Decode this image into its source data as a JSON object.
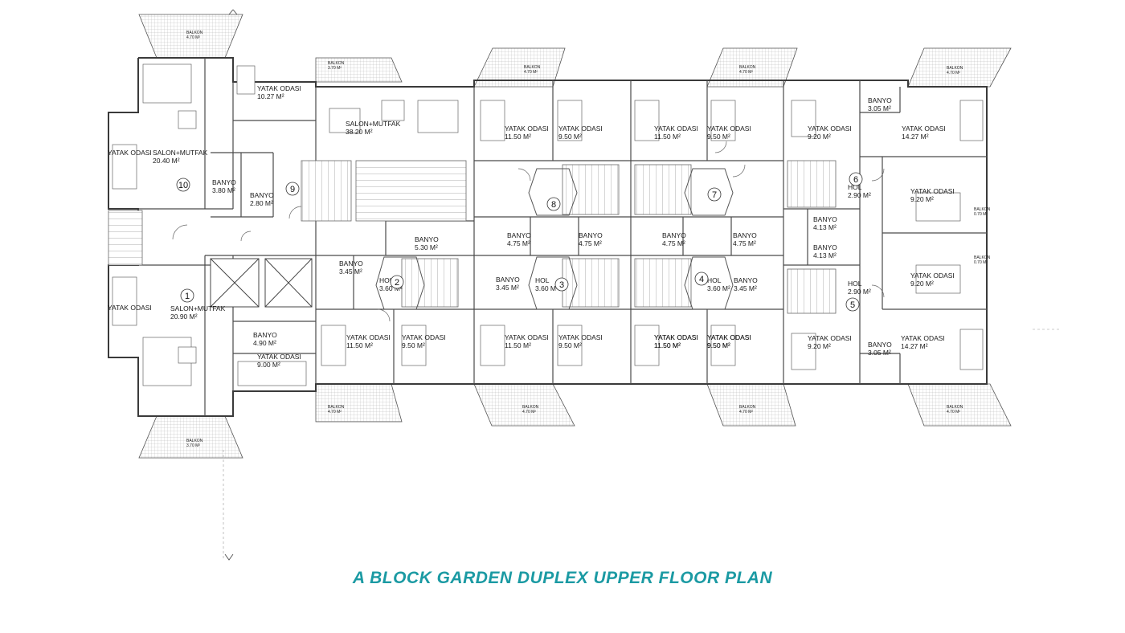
{
  "title": "A BLOCK GARDEN DUPLEX UPPER FLOOR PLAN",
  "colors": {
    "title": "#1b9aa3",
    "walls": "#3a3a3a",
    "lines": "#8a8a8a",
    "tile": "#b5b5b5"
  },
  "icons": [
    "north-arrow-icon",
    "compass-icon"
  ],
  "unit_numbers": [
    "1",
    "2",
    "3",
    "4",
    "5",
    "6",
    "7",
    "8",
    "9",
    "10"
  ],
  "rooms": [
    {
      "label": "YATAK ODASI",
      "area": "10.27 M²"
    },
    {
      "label": "SALON+MUTFAK",
      "area": "38.20 M²"
    },
    {
      "label": "SALON+MUTFAK",
      "area": "20.40 M²"
    },
    {
      "label": "BANYO",
      "area": "3.80 M²"
    },
    {
      "label": "BANYO",
      "area": "2.80 M²"
    },
    {
      "label": "YATAK ODASI",
      "area": "11.50 M²"
    },
    {
      "label": "YATAK ODASI",
      "area": "9.50 M²"
    },
    {
      "label": "YATAK ODASI",
      "area": "11.50 M²"
    },
    {
      "label": "YATAK ODASI",
      "area": "9.50 M²"
    },
    {
      "label": "YATAK ODASI",
      "area": "9.20 M²"
    },
    {
      "label": "BANYO",
      "area": "3.05 M²"
    },
    {
      "label": "YATAK ODASI",
      "area": "14.27 M²"
    },
    {
      "label": "HOL",
      "area": "2.90 M²"
    },
    {
      "label": "YATAK ODASI",
      "area": "9.20 M²"
    },
    {
      "label": "BANYO",
      "area": "4.13 M²"
    },
    {
      "label": "BANYO",
      "area": "4.13 M²"
    },
    {
      "label": "YATAK ODASI",
      "area": "9.20 M²"
    },
    {
      "label": "HOL",
      "area": "2.90 M²"
    },
    {
      "label": "BANYO",
      "area": "5.30 M²"
    },
    {
      "label": "BANYO",
      "area": "4.75 M²"
    },
    {
      "label": "BANYO",
      "area": "4.75 M²"
    },
    {
      "label": "BANYO",
      "area": "4.75 M²"
    },
    {
      "label": "BANYO",
      "area": "4.75 M²"
    },
    {
      "label": "BANYO",
      "area": "3.45 M²"
    },
    {
      "label": "HOL",
      "area": "3.60 M²"
    },
    {
      "label": "BANYO",
      "area": "3.45 M²"
    },
    {
      "label": "HOL",
      "area": "3.60 M²"
    },
    {
      "label": "HOL",
      "area": "3.60 M²"
    },
    {
      "label": "BANYO",
      "area": "3.45 M²"
    },
    {
      "label": "SALON+MUTFAK",
      "area": "20.90 M²"
    },
    {
      "label": "BANYO",
      "area": "4.90 M²"
    },
    {
      "label": "YATAK ODASI",
      "area": "9.00 M²"
    },
    {
      "label": "YATAK ODASI",
      "area": "11.50 M²"
    },
    {
      "label": "YATAK ODASI",
      "area": "9.50 M²"
    },
    {
      "label": "YATAK ODASI",
      "area": "11.50 M²"
    },
    {
      "label": "YATAK ODASI",
      "area": "9.50 M²"
    },
    {
      "label": "YATAK ODASI",
      "area": "11.50 M²"
    },
    {
      "label": "YATAK ODASI",
      "area": "9.50 M²"
    },
    {
      "label": "YATAK ODASI",
      "area": "9.20 M²"
    },
    {
      "label": "YATAK ODASI",
      "area": "14.27 M²"
    },
    {
      "label": "BANYO",
      "area": "3.05 M²"
    },
    {
      "label": "YATAK ODASI",
      "area": "11.50 M²"
    },
    {
      "label": "YATAK ODASI",
      "area": "9.50 M²"
    },
    {
      "label": "YATAK ODASI",
      "area": ""
    },
    {
      "label": "YATAK ODASI",
      "area": ""
    }
  ],
  "balconies": [
    {
      "label": "BALKON",
      "area": "4.70 M²"
    },
    {
      "label": "BALKON",
      "area": "3.70 M²"
    },
    {
      "label": "BALKON",
      "area": "4.70 M²"
    },
    {
      "label": "BALKON",
      "area": "4.70 M²"
    },
    {
      "label": "BALKON",
      "area": "4.70 M²"
    },
    {
      "label": "BALKON",
      "area": "3.70 M²"
    },
    {
      "label": "BALKON",
      "area": "4.70 M²"
    },
    {
      "label": "BALKON",
      "area": "4.70 M²"
    },
    {
      "label": "BALKON",
      "area": "4.70 M²"
    },
    {
      "label": "BALKON",
      "area": "4.70 M²"
    },
    {
      "label": "BALKON",
      "area": "0.70 M²"
    },
    {
      "label": "BALKON",
      "area": "0.70 M²"
    }
  ]
}
